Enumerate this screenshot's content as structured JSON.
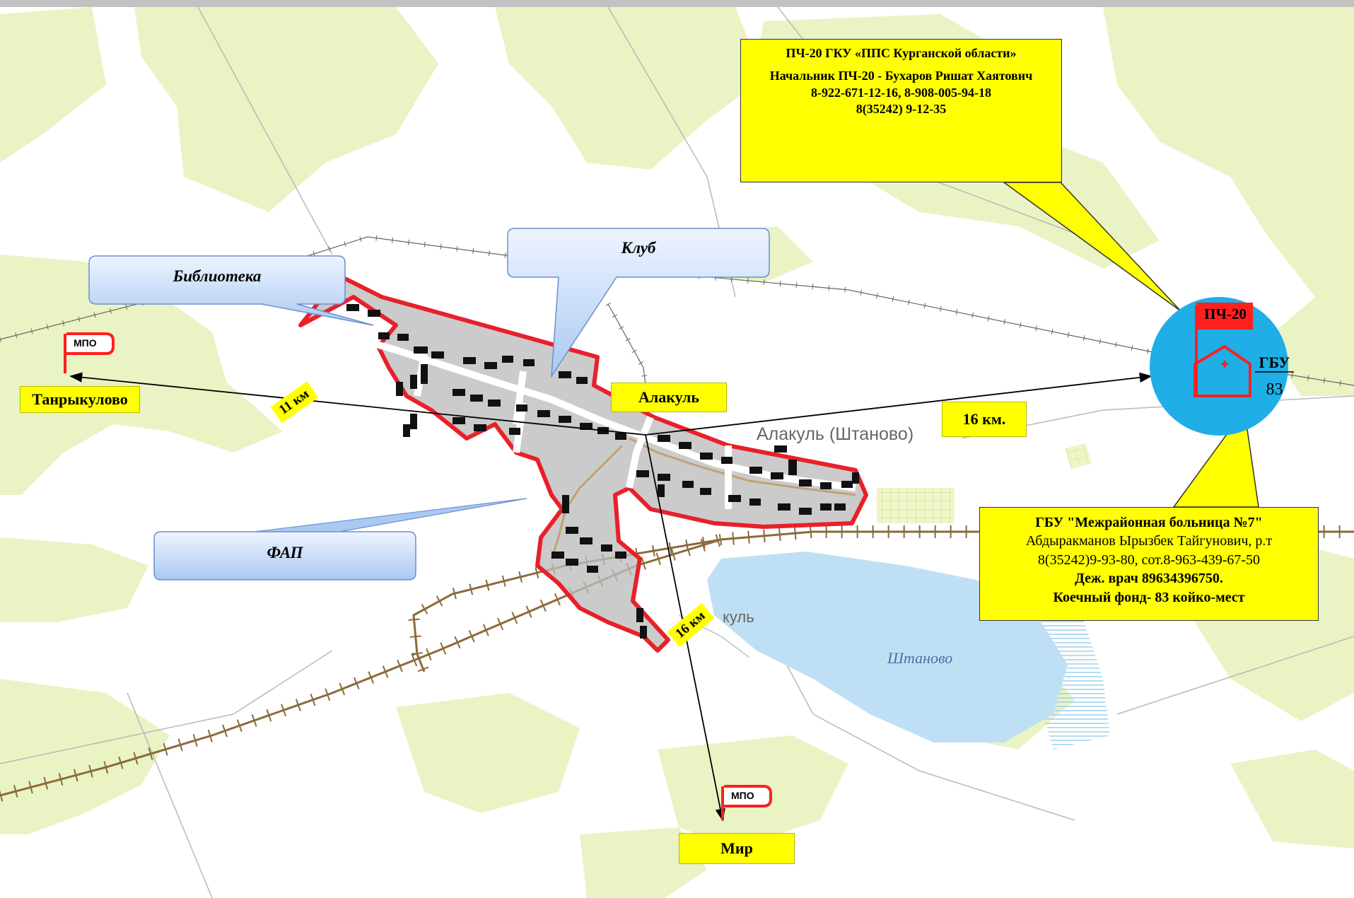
{
  "colors": {
    "forest": "#eaf3c4",
    "boundary": "#e8202a",
    "building_block": "#bdbdbd",
    "road": "#c2a178",
    "railway": "#8a6a3a",
    "lake": "#bfe0f4",
    "label_yellow": "#ffff00",
    "circle_blue": "#1faee6",
    "flag_red": "#ff1f1f"
  },
  "fire_station_box": {
    "line1": "ПЧ-20 ГКУ «ППС Курганской области»",
    "line2": "Начальник  ПЧ-20  - Бухаров Ришат Хаятович",
    "line3": "8-922-671-12-16, 8-908-005-94-18",
    "line4": "8(35242) 9-12-35"
  },
  "hospital_box": {
    "line1": "ГБУ \"Межрайонная больница №7\"",
    "line2": "Абдыракманов Ырызбек Тайгунович,  р.т",
    "line3": "8(35242)9-93-80,  сот.8-963-439-67-50",
    "line4": "Деж. врач 89634396750.",
    "line5": "Коечный фонд- 83 койко-мест"
  },
  "callouts": {
    "library": "Библиотека",
    "club": "Клуб",
    "fap": "ФАП"
  },
  "places": {
    "tanrykulovo": "Танрыкулово",
    "alakul": "Алакуль",
    "mir": "Мир",
    "alakul_map": "Алакуль (Штаново)",
    "lake_name": "Штаново",
    "lake_partial": "куль"
  },
  "distances": {
    "to_tanrykulovo": "11 км",
    "to_station": "16 км.",
    "to_mir": "16 км"
  },
  "station": {
    "flag": "ПЧ-20",
    "gbu": "ГБУ",
    "beds": "83"
  },
  "mpo_label": "МПО",
  "icons": {
    "flag": "flag-icon",
    "hospital": "hospital-icon"
  }
}
